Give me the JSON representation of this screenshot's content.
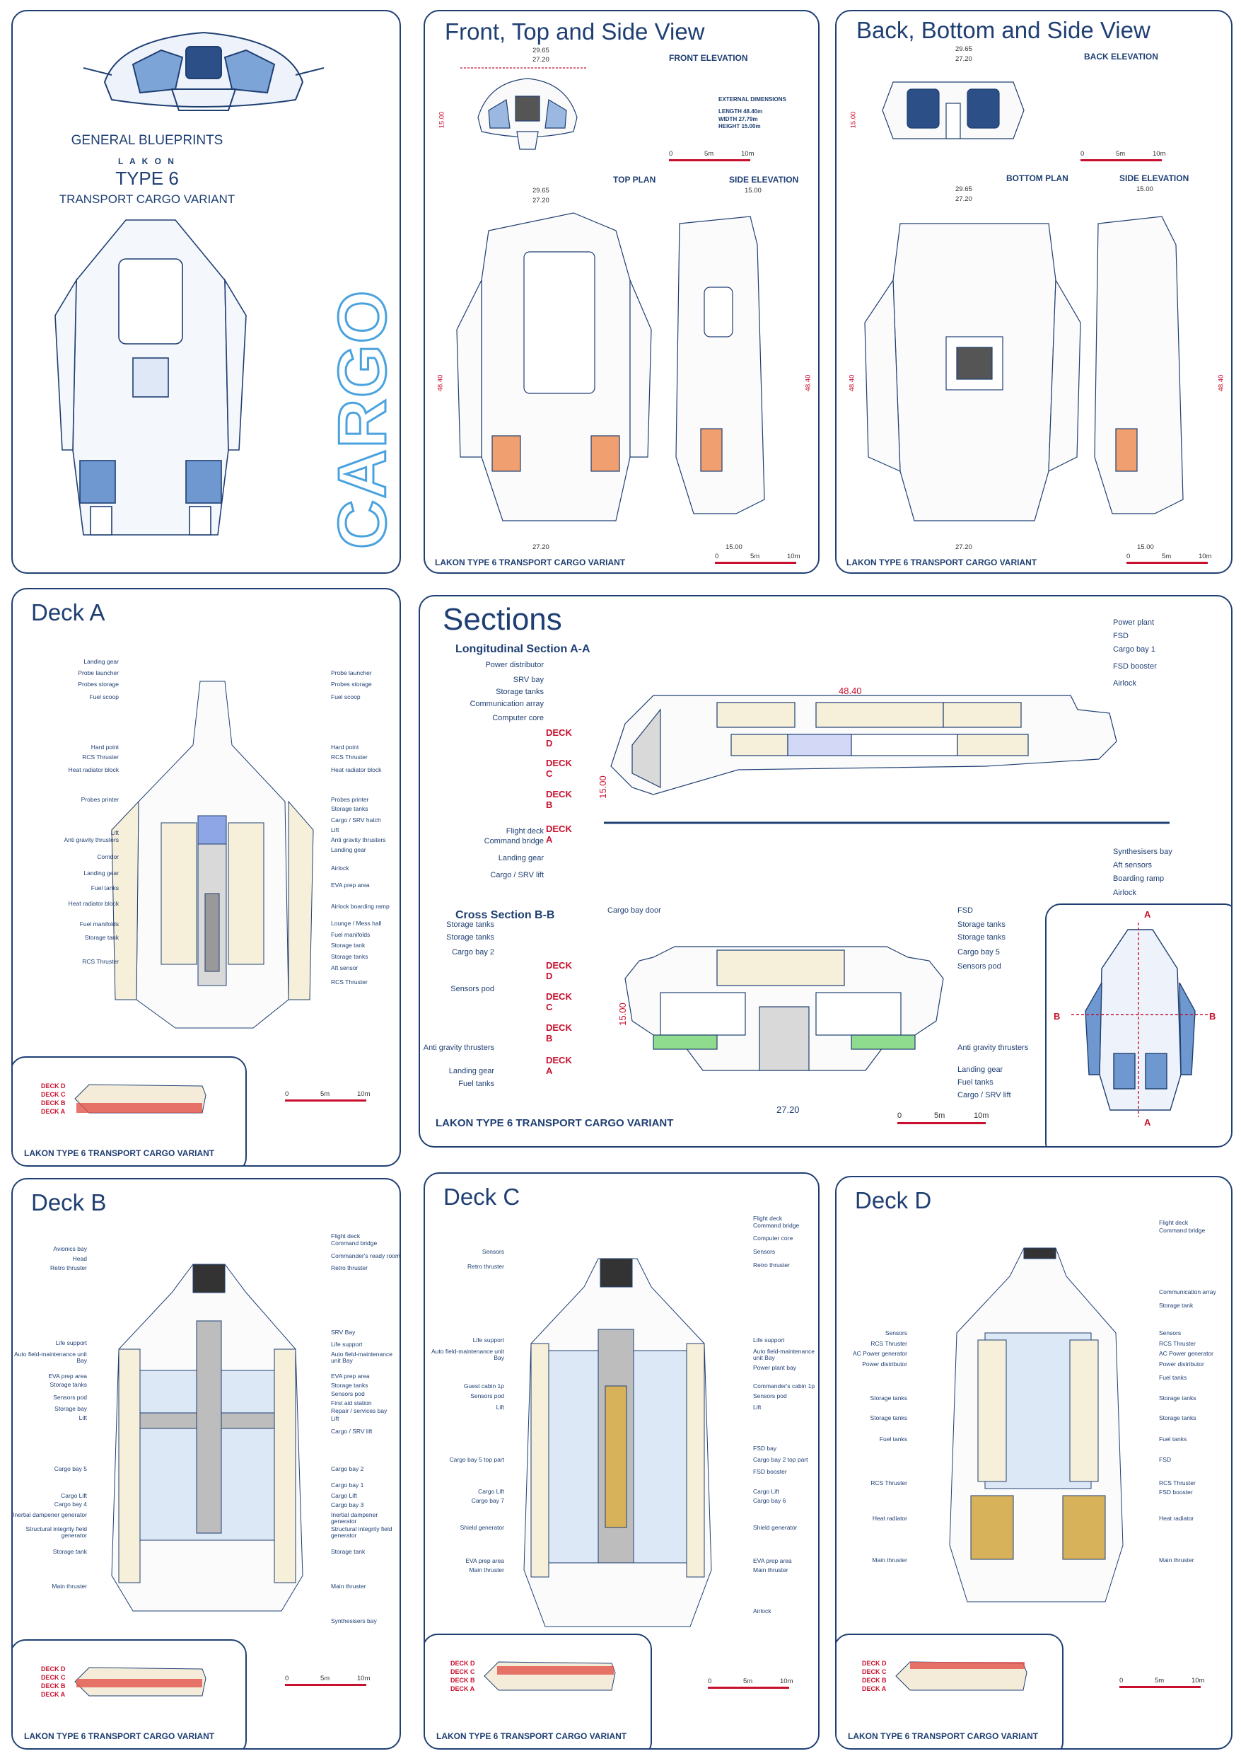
{
  "general": {
    "heading": "GENERAL BLUEPRINTS",
    "maker": "L A K O N",
    "type": "TYPE 6",
    "variant": "TRANSPORT CARGO VARIANT",
    "cargo_word": "CARGO"
  },
  "front_top": {
    "title": "Front, Top and Side View",
    "front_elevation": "FRONT ELEVATION",
    "top_plan": "TOP PLAN",
    "side_elevation": "SIDE ELEVATION",
    "ext_title": "EXTERNAL DIMENSIONS",
    "ext_length": "LENGTH     48.40m",
    "ext_width": "WIDTH      27.79m",
    "ext_height": "HEIGHT     15.00m",
    "d1": "29.65",
    "d2": "27.20",
    "d3": "15.00",
    "d4": "48.40",
    "footer": "LAKON TYPE 6 TRANSPORT CARGO VARIANT"
  },
  "back_bottom": {
    "title": "Back, Bottom and Side View",
    "back_elevation": "BACK ELEVATION",
    "bottom_plan": "BOTTOM PLAN",
    "side_elevation": "SIDE ELEVATION",
    "footer": "LAKON TYPE 6 TRANSPORT CARGO VARIANT"
  },
  "scale": {
    "zero": "0",
    "five": "5m",
    "ten": "10m"
  },
  "deck_names": [
    "DECK D",
    "DECK C",
    "DECK B",
    "DECK A"
  ],
  "deck_a": {
    "title": "Deck A",
    "footer": "LAKON TYPE 6 TRANSPORT CARGO VARIANT",
    "left": [
      "Landing gear",
      "Probe launcher",
      "Probes storage",
      "Fuel scoop",
      "Hard point",
      "RCS Thruster",
      "Heat radiator block",
      "Probes printer",
      "Lift",
      "Anti gravity thrusters",
      "Corridor",
      "Landing gear",
      "Fuel tanks",
      "Heat radiator block",
      "Fuel manifolds",
      "Storage tank",
      "RCS Thruster"
    ],
    "right": [
      "Probe launcher",
      "Probes storage",
      "Fuel scoop",
      "Hard point",
      "RCS Thruster",
      "Heat radiator block",
      "Probes printer",
      "Storage tanks",
      "Cargo / SRV hatch",
      "Lift",
      "Anti gravity thrusters",
      "Landing gear",
      "Airlock",
      "EVA prep area",
      "Airlock boarding ramp",
      "Lounge / Mess hall",
      "Fuel manifolds",
      "Storage tank",
      "Storage tanks",
      "Aft sensor",
      "RCS Thruster"
    ]
  },
  "sections": {
    "title": "Sections",
    "long_title": "Longitudinal Section A-A",
    "cross_title": "Cross Section B-B",
    "footer": "LAKON TYPE 6 TRANSPORT CARGO VARIANT",
    "len": "48.40",
    "h": "15.00",
    "w": "27.20",
    "long_left": [
      "Power distributor",
      "SRV bay",
      "Storage tanks",
      "Communication array",
      "Computer core",
      "Flight deck",
      "Command bridge",
      "Landing gear",
      "Cargo / SRV lift"
    ],
    "long_right": [
      "Power plant",
      "FSD",
      "Cargo bay 1",
      "FSD booster",
      "Airlock",
      "Synthesisers bay",
      "Aft sensors",
      "Boarding ramp",
      "Airlock"
    ],
    "cross_left": [
      "Cargo bay door",
      "Storage tanks",
      "Storage tanks",
      "Cargo bay 2",
      "Sensors pod",
      "Anti gravity thrusters",
      "Landing gear",
      "Fuel tanks"
    ],
    "cross_right": [
      "FSD",
      "Storage tanks",
      "Storage tanks",
      "Cargo bay 5",
      "Sensors pod",
      "Anti gravity thrusters",
      "Landing gear",
      "Fuel tanks",
      "Cargo / SRV lift"
    ],
    "markA": "A",
    "markB": "B"
  },
  "deck_b": {
    "title": "Deck B",
    "footer": "LAKON TYPE 6 TRANSPORT CARGO VARIANT",
    "left": [
      "Avionics bay",
      "Head",
      "Retro thruster",
      "Life support",
      "Auto field-maintenance unit Bay",
      "EVA prep area",
      "Storage tanks",
      "Sensors pod",
      "Storage bay",
      "Lift",
      "Cargo bay 5",
      "Cargo Lift",
      "Cargo bay 4",
      "Inertial dampener generator",
      "Structural integrity field generator",
      "Storage tank",
      "Main thruster"
    ],
    "right": [
      "Flight deck",
      "Command bridge",
      "Commander's ready room",
      "Retro thruster",
      "SRV Bay",
      "Life support",
      "Auto field-maintenance unit Bay",
      "EVA prep area",
      "Storage tanks",
      "Sensors pod",
      "First aid station",
      "Repair / services bay",
      "Lift",
      "Cargo / SRV lift",
      "Cargo bay 2",
      "Cargo bay 1",
      "Cargo Lift",
      "Cargo bay 3",
      "Inertial dampener generator",
      "Structural integrity field generator",
      "Storage tank",
      "Main thruster",
      "Synthesisers bay"
    ]
  },
  "deck_c": {
    "title": "Deck C",
    "footer": "LAKON TYPE 6 TRANSPORT CARGO VARIANT",
    "left": [
      "Sensors",
      "Retro thruster",
      "Life support",
      "Auto field-maintenance unit Bay",
      "Guest cabin 1p",
      "Sensors pod",
      "Lift",
      "Cargo bay 5 top part",
      "Cargo Lift",
      "Cargo bay 7",
      "Shield generator",
      "EVA prep area",
      "Main thruster"
    ],
    "right": [
      "Flight deck",
      "Command bridge",
      "Computer core",
      "Sensors",
      "Retro thruster",
      "Life support",
      "Auto field-maintenance unit Bay",
      "Power plant bay",
      "Commander's cabin 1p",
      "Sensors pod",
      "Lift",
      "FSD bay",
      "Cargo bay 2 top part",
      "FSD booster",
      "Cargo Lift",
      "Cargo bay 6",
      "Shield generator",
      "EVA prep area",
      "Main thruster",
      "Airlock"
    ]
  },
  "deck_d": {
    "title": "Deck D",
    "footer": "LAKON TYPE 6 TRANSPORT CARGO VARIANT",
    "left": [
      "Sensors",
      "RCS Thruster",
      "AC Power generator",
      "Power distributor",
      "Storage tanks",
      "Storage tanks",
      "Fuel tanks",
      "RCS Thruster",
      "Heat radiator",
      "Main thruster"
    ],
    "right": [
      "Flight deck",
      "Command bridge",
      "Communication array",
      "Storage tank",
      "Sensors",
      "RCS Thruster",
      "AC Power generator",
      "Power distributor",
      "Fuel tanks",
      "Storage tanks",
      "Storage tanks",
      "Fuel tanks",
      "FSD",
      "RCS Thruster",
      "FSD booster",
      "Heat radiator",
      "Main thruster"
    ]
  },
  "colors": {
    "navy": "#1f3f73",
    "red": "#c8102e",
    "tan": "#d8b25a",
    "lightblue": "#cfe0f4",
    "green": "#8fdc8f",
    "cargo_outline": "#4aa3df"
  }
}
